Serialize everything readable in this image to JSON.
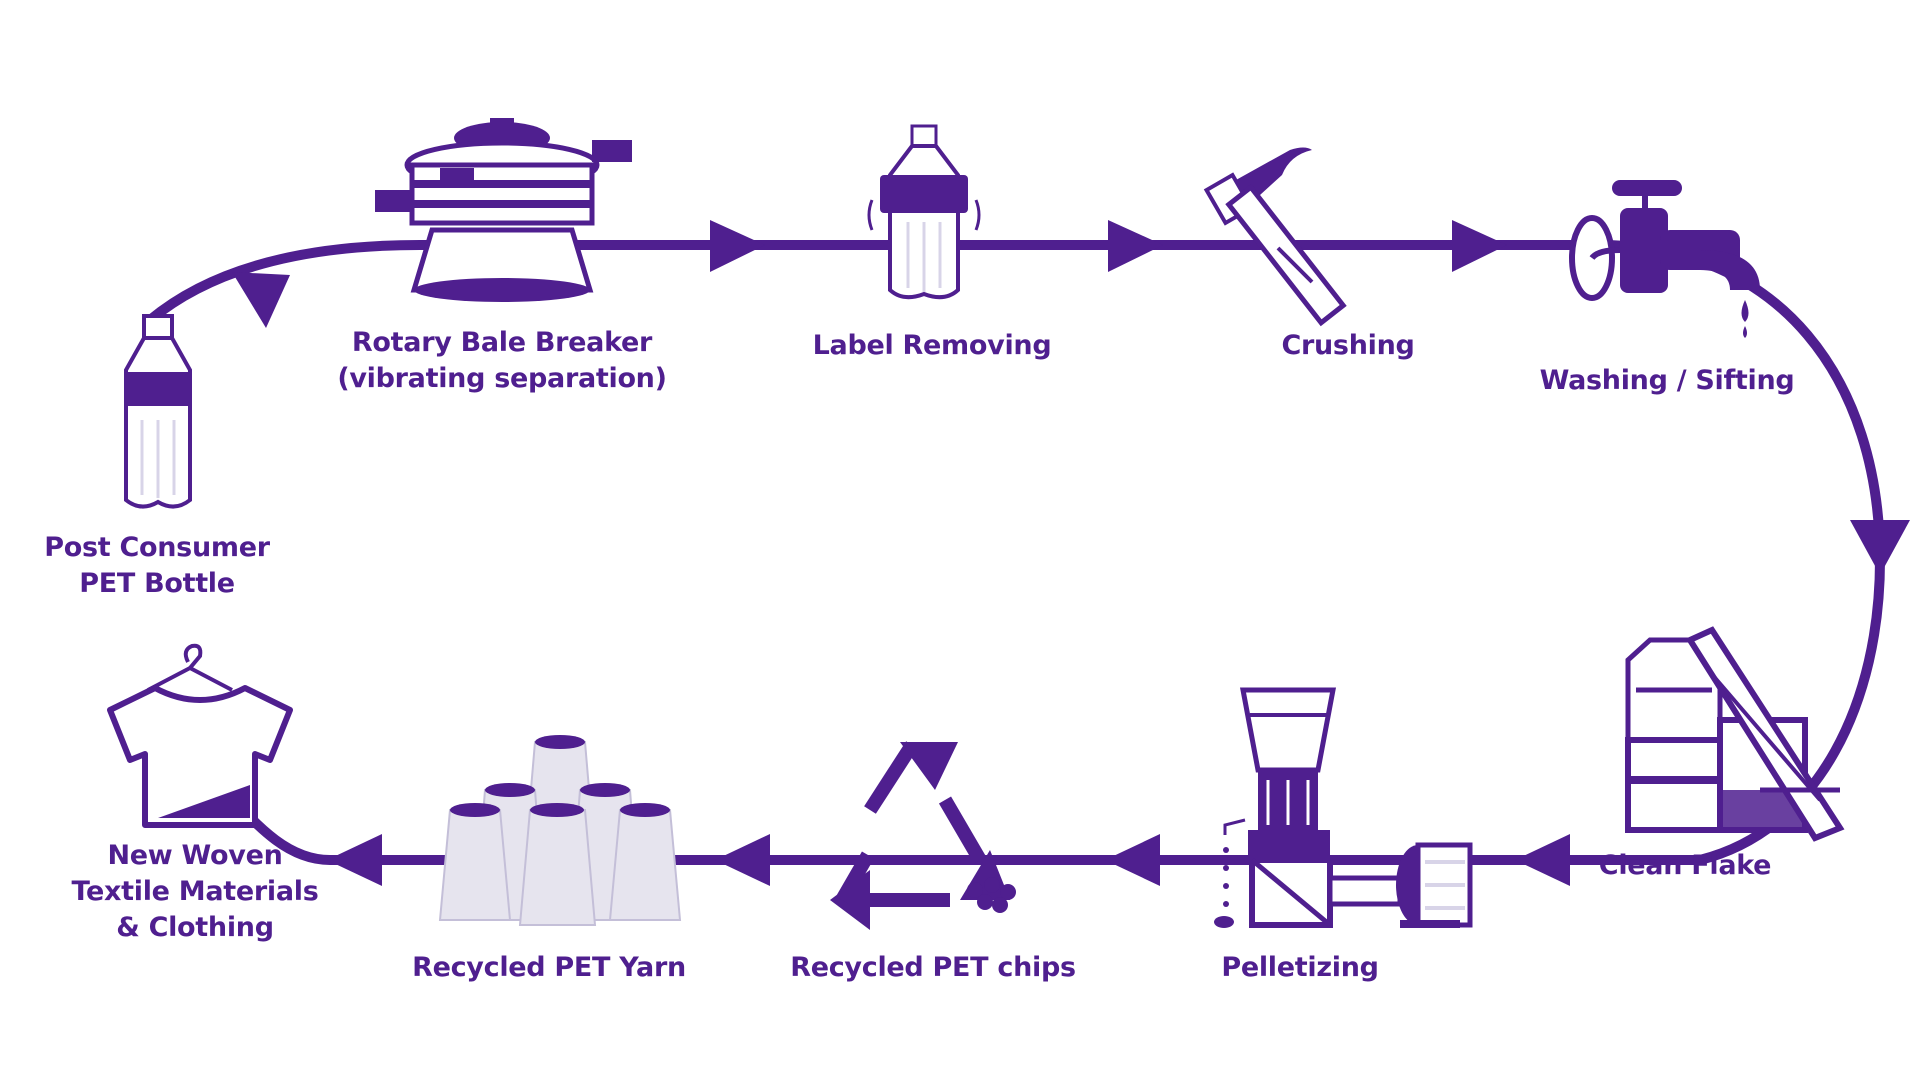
{
  "colors": {
    "primary": "#4f1f8f",
    "light": "#d8d4e8",
    "bg": "#ffffff"
  },
  "steps": [
    {
      "lines": [
        "Post Consumer",
        "PET Bottle"
      ],
      "icon": "pet-bottle-icon"
    },
    {
      "lines": [
        "Rotary Bale Breaker",
        "(vibrating separation)"
      ],
      "icon": "rotary-bale-breaker-icon"
    },
    {
      "lines": [
        "Label Removing"
      ],
      "icon": "label-removing-bottle-icon"
    },
    {
      "lines": [
        "Crushing"
      ],
      "icon": "hammer-icon"
    },
    {
      "lines": [
        "Washing / Sifting"
      ],
      "icon": "water-tap-icon"
    },
    {
      "lines": [
        "Clean Flake"
      ],
      "icon": "conveyor-machine-icon"
    },
    {
      "lines": [
        "Pelletizing"
      ],
      "icon": "pelletizer-machine-icon"
    },
    {
      "lines": [
        "Recycled PET chips"
      ],
      "icon": "recycle-symbol-icon"
    },
    {
      "lines": [
        "Recycled PET Yarn"
      ],
      "icon": "yarn-spools-icon"
    },
    {
      "lines": [
        "New Woven",
        "Textile Materials",
        "& Clothing"
      ],
      "icon": "tshirt-hanger-icon"
    }
  ]
}
